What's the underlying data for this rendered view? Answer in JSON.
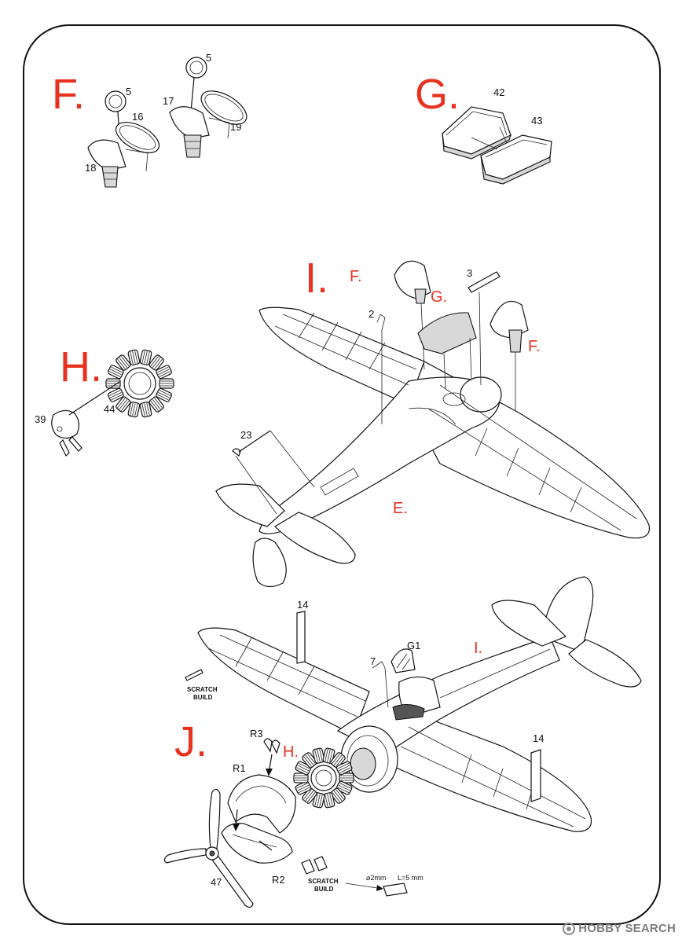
{
  "steps": {
    "f": {
      "letter": "F."
    },
    "g": {
      "letter": "G."
    },
    "h": {
      "letter": "H."
    },
    "i": {
      "letter": "I."
    },
    "j": {
      "letter": "J."
    }
  },
  "sub_refs": {
    "i_f1": "F.",
    "i_g": "G.",
    "i_f2": "F.",
    "i_e": "E.",
    "j_i": "I.",
    "j_h": "H."
  },
  "part_numbers": {
    "f_5a": "5",
    "f_16": "16",
    "f_18": "18",
    "f_5b": "5",
    "f_17": "17",
    "f_19": "19",
    "g_42": "42",
    "g_43": "43",
    "h_39": "39",
    "h_44": "44",
    "i_2": "2",
    "i_3": "3",
    "i_23": "23",
    "j_14a": "14",
    "j_14b": "14",
    "j_g1": "G1",
    "j_7": "7",
    "j_r3": "R3",
    "j_r1": "R1",
    "j_r2": "R2",
    "j_47": "47"
  },
  "notes": {
    "scratch1_l1": "SCRATCH",
    "scratch1_l2": "BUILD",
    "scratch2_l1": "SCRATCH",
    "scratch2_l2": "BUILD",
    "diameter": "⌀2mm",
    "length": "L=5 mm"
  },
  "watermark": {
    "text": "HOBBY SEARCH"
  },
  "colors": {
    "step_label": "#e8321f",
    "line": "#111111"
  }
}
